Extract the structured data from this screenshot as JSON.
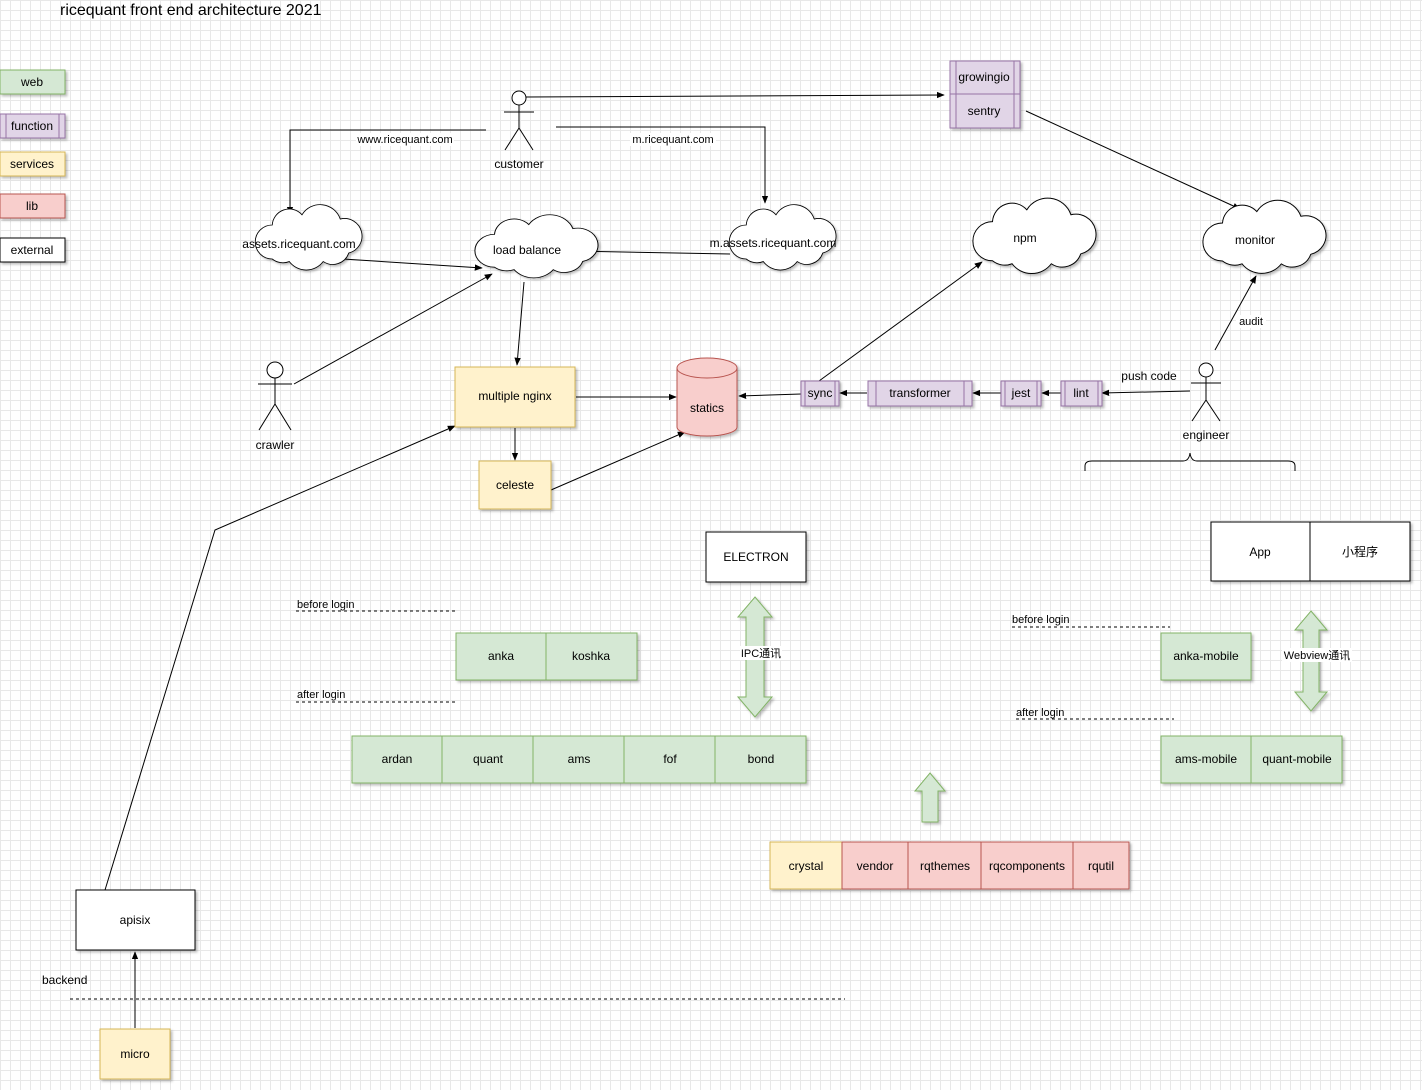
{
  "title": "ricequant front end architecture 2021",
  "colors": {
    "web_fill": "#d5e8d4",
    "web_stroke": "#82b366",
    "function_fill": "#e1d5e7",
    "function_stroke": "#9673a6",
    "services_fill": "#fff2cc",
    "services_stroke": "#d6b656",
    "lib_fill": "#f8cecc",
    "lib_stroke": "#b85450",
    "external_fill": "#ffffff",
    "external_stroke": "#000000"
  },
  "legend": {
    "web": "web",
    "function": "function",
    "services": "services",
    "lib": "lib",
    "external": "external"
  },
  "actors": {
    "customer": "customer",
    "crawler": "crawler",
    "engineer": "engineer"
  },
  "clouds": {
    "assets": "assets.ricequant.com",
    "load_balance": "load balance",
    "m_assets": "m.assets.ricequant.com",
    "npm": "npm",
    "monitor": "monitor"
  },
  "edge_labels": {
    "www": "www.ricequant.com",
    "m": "m.ricequant.com",
    "audit": "audit",
    "push_code": "push code",
    "ipc": "IPC通讯",
    "webview": "Webview通讯"
  },
  "tracking": {
    "growingio": "growingio",
    "sentry": "sentry"
  },
  "pipeline": {
    "sync": "sync",
    "transformer": "transformer",
    "jest": "jest",
    "lint": "lint"
  },
  "services": {
    "nginx": "multiple nginx",
    "celeste": "celeste",
    "micro": "micro"
  },
  "storage": {
    "statics": "statics"
  },
  "external": {
    "electron": "ELECTRON",
    "app": "App",
    "miniprogram": "小程序",
    "apisix": "apisix"
  },
  "markers": {
    "before_login_web": "before login",
    "after_login_web": "after login",
    "before_login_mobile": "before login",
    "after_login_mobile": "after login",
    "backend": "backend"
  },
  "web_before": [
    "anka",
    "koshka"
  ],
  "web_after": [
    "ardan",
    "quant",
    "ams",
    "fof",
    "bond"
  ],
  "mobile_before": [
    "anka-mobile"
  ],
  "mobile_after": [
    "ams-mobile",
    "quant-mobile"
  ],
  "libs": {
    "crystal": "crystal",
    "items": [
      "vendor",
      "rqthemes",
      "rqcomponents",
      "rqutil"
    ]
  }
}
